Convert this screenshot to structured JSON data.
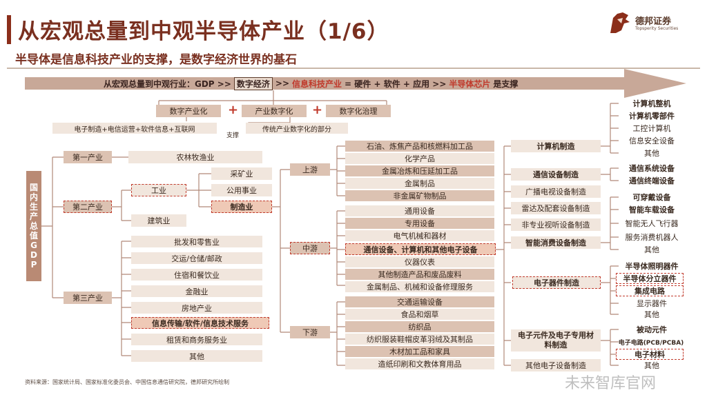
{
  "header": {
    "title": "从宏观总量到中观半导体产业（1/6）",
    "subtitle": "半导体是信息科技产业的支撑，是数字经济世界的基石",
    "logo_name": "德邦证券",
    "logo_sub": "Topsperity Securities"
  },
  "band": {
    "prefix": "从宏观总量到中观行业：GDP >>",
    "digital_economy": "数字经济",
    "sep1": ">>",
    "info_tech": "信息科技产业",
    "eq": "= 硬件 + 软件 + 应用 >>",
    "chip": "半导体芯片",
    "suffix": "是支撑"
  },
  "digital": {
    "items": [
      "数字产业化",
      "产业数字化",
      "数字化治理"
    ],
    "industrialization_detail": "电子制造+电信运营+软件信息+互联网",
    "digitalization_detail": "传统产业数字化的部分",
    "support": "支撑"
  },
  "gdp_label": "国内生产总值GDP",
  "sectors": {
    "primary": "第一产业",
    "primary_child": "农林牧渔业",
    "secondary": "第二产业",
    "industry": "工业",
    "construction": "建筑业",
    "mining": "采矿业",
    "utilities": "公用事业",
    "manufacturing": "制造业",
    "tertiary": "第三产业",
    "tertiary_items": [
      "批发和零售业",
      "交运/仓储/邮政",
      "住宿和餐饮业",
      "金融业",
      "房地产业",
      "信息传输/软件/信息技术服务",
      "租赁和商务服务业",
      "其他"
    ]
  },
  "stream": {
    "up": "上游",
    "mid": "中游",
    "down": "下游",
    "up_items": [
      "石油、炼焦产品和核燃料加工品",
      "化学产品",
      "金属冶炼和压延加工品",
      "金属制品",
      "非金属矿物制品"
    ],
    "mid_items": [
      "通用设备",
      "专用设备",
      "电气机械和器材",
      "通信设备、计算机和其他电子设备",
      "仪器仪表",
      "其他制造产品和废品废料",
      "金属制品、机械和设备修理服务"
    ],
    "down_items": [
      "交通运输设备",
      "食品和烟草",
      "纺织品",
      "纺织服装鞋帽皮革羽绒及其制品",
      "木材加工品和家具",
      "造纸印刷和文教体育用品"
    ]
  },
  "electronics": {
    "computer": "计算机制造",
    "comm": "通信设备制造",
    "broadcast": "广播电视设备制造",
    "radar": "雷达及配套设备制造",
    "av": "非专业视听设备制造",
    "smart": "智能消费设备制造",
    "device": "电子器件制造",
    "component": "电子元件及电子专用材料制造",
    "other": "其他电子设备制造"
  },
  "leaves": {
    "computer": [
      "计算机整机",
      "计算机零部件",
      "工控计算机",
      "信息安全设备",
      "其他"
    ],
    "comm": [
      "通信系统设备",
      "通信终端设备"
    ],
    "smart": [
      "可穿戴设备",
      "智能车载设备",
      "智能无人飞行器",
      "服务消费机器人",
      "其他"
    ],
    "device": [
      "半导体照明器件",
      "半导体分立器件",
      "集成电路",
      "显示器件",
      "其他"
    ],
    "component": [
      "被动元件",
      "电子电路(PCB/PCBA)",
      "电子材料",
      "其他"
    ]
  },
  "source": "资料来源：国家统计局、国家标准化委员会、中国信息通信研究院，德邦研究所绘制",
  "watermark": "未来智库官网",
  "colors": {
    "accent": "#7a3020",
    "highlight": "#c0392b",
    "band": "#c8a898"
  }
}
